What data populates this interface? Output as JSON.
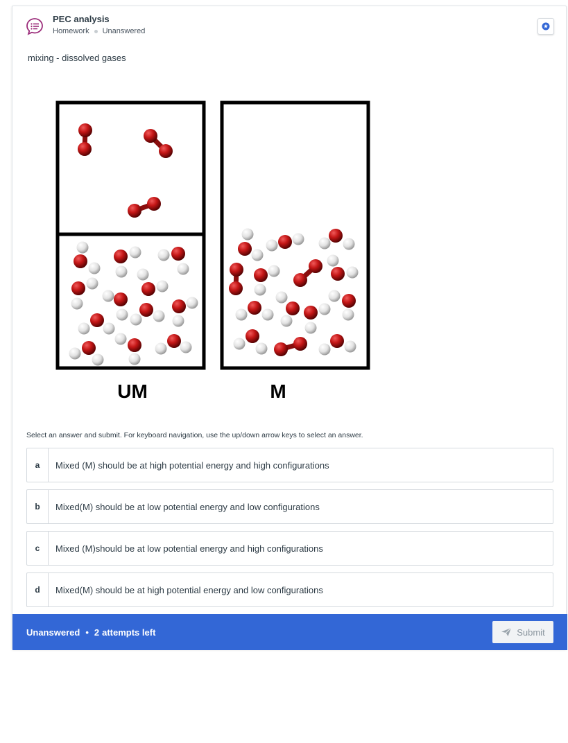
{
  "header": {
    "title": "PEC analysis",
    "category": "Homework",
    "status": "Unanswered"
  },
  "question": {
    "text": "mixing - dissolved gases"
  },
  "figure": {
    "label_left": "UM",
    "label_right": "M",
    "colors": {
      "oxygen": "#b01515",
      "hydrogen": "#e6e6e6",
      "outline": "#000000"
    }
  },
  "instructions": "Select an answer and submit. For keyboard navigation, use the up/down arrow keys to select an answer.",
  "options": [
    {
      "letter": "a",
      "text": "Mixed (M) should be at high potential energy and high configurations"
    },
    {
      "letter": "b",
      "text": "Mixed(M) should be at low potential energy and low configurations"
    },
    {
      "letter": "c",
      "text": "Mixed (M)should be at low potential energy and high configurations"
    },
    {
      "letter": "d",
      "text": "Mixed(M) should be at high potential energy and low configurations"
    }
  ],
  "footer": {
    "status": "Unanswered",
    "attempts_count": "2",
    "attempts_label": "attempts left",
    "submit_label": "Submit",
    "bar_color": "#3367d6"
  },
  "icons": {
    "header": "question-bubble-icon",
    "flag": "star-badge-icon",
    "submit": "send-icon"
  }
}
